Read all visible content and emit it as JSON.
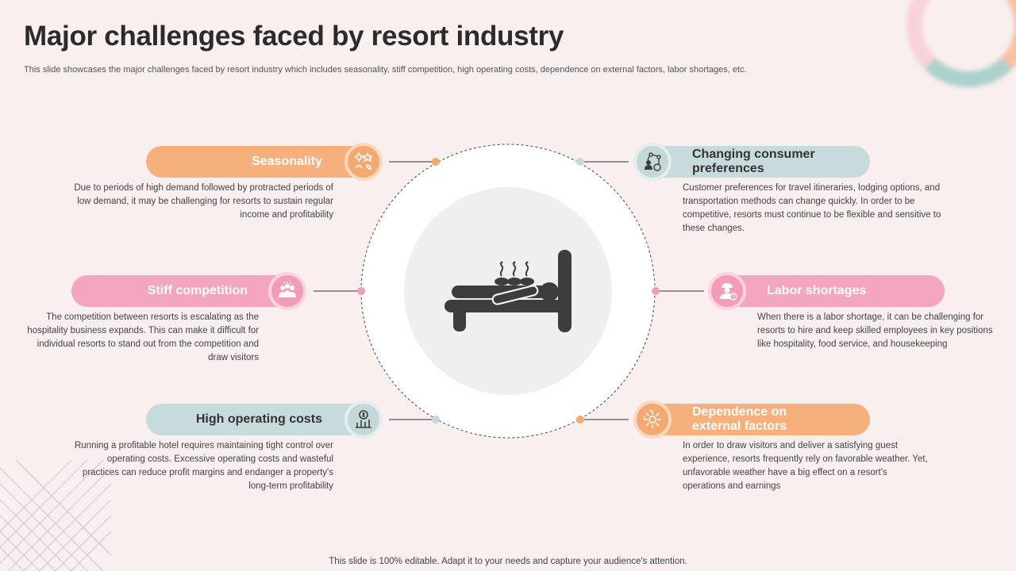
{
  "header": {
    "title": "Major challenges faced by resort industry",
    "subtitle": "This slide showcases the major challenges faced by resort industry which includes seasonality, stiff competition, high operating costs, dependence on external factors, labor shortages, etc."
  },
  "center": {
    "icon": "massage-bed-hot-stones-icon"
  },
  "items": [
    {
      "label": "Seasonality",
      "icon": "seasons-icon",
      "description": "Due to  periods of high demand followed by protracted periods of low demand, it may be challenging for resorts to sustain regular income and profitability"
    },
    {
      "label": "Stiff competition",
      "icon": "crowd-icon",
      "description": "The competition between resorts is escalating as the hospitality business expands. This can make it difficult for individual resorts to stand out from the competition and draw visitors"
    },
    {
      "label": "High operating costs",
      "icon": "cost-chart-icon",
      "description": "Running a profitable hotel requires maintaining tight control over operating costs. Excessive operating costs and wasteful practices can reduce profit margins and endanger a property's long-term profitability"
    },
    {
      "label": "Changing consumer preferences",
      "icon": "consumer-network-icon",
      "description": "Customer preferences for travel itineraries, lodging options, and transportation methods can change quickly. In order to be competitive, resorts must continue to be flexible and sensitive to these changes."
    },
    {
      "label": "Labor shortages",
      "icon": "worker-alert-icon",
      "description": "When there is a labor shortage, it can be challenging for resorts to hire and keep skilled employees in key positions like hospitality, food service, and housekeeping"
    },
    {
      "label": "Dependence on external factors",
      "icon": "external-factors-icon",
      "description": "In order to draw visitors and deliver a satisfying guest experience, resorts frequently rely on favorable weather. Yet,  unfavorable weather have a big effect on a resort's operations and earnings"
    }
  ],
  "colors": {
    "orange": "#f5b07c",
    "pink": "#f3a6bd",
    "gray": "#c8dbdc",
    "background": "#f8efee"
  },
  "footer": {
    "text": "This slide is 100% editable. Adapt it to your needs and capture your audience's attention."
  }
}
